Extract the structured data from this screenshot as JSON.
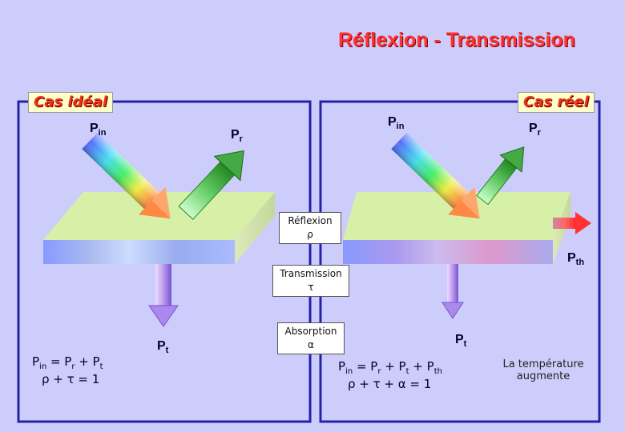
{
  "title": "Réflexion - Transmission",
  "left_panel": {
    "label": "Cas idéal",
    "pin": {
      "main": "P",
      "sub": "in"
    },
    "pr": {
      "main": "P",
      "sub": "r"
    },
    "pt": {
      "main": "P",
      "sub": "t"
    },
    "eq1": [
      "P",
      "in",
      " = P",
      "r",
      " + P",
      "t",
      ""
    ],
    "eq2": "ρ + τ = 1"
  },
  "right_panel": {
    "label": "Cas réel",
    "pin": {
      "main": "P",
      "sub": "in"
    },
    "pr": {
      "main": "P",
      "sub": "r"
    },
    "pt": {
      "main": "P",
      "sub": "t"
    },
    "pth": {
      "main": "P",
      "sub": "th"
    },
    "eq1": [
      "P",
      "in",
      " = P",
      "r",
      " + P",
      "t",
      " + P",
      "th"
    ],
    "eq2": "ρ + τ  + α = 1",
    "note": "La température augmente"
  },
  "center_labels": {
    "reflexion": {
      "name": "Réflexion",
      "symbol": "ρ"
    },
    "transmission": {
      "name": "Transmission",
      "symbol": "τ"
    },
    "absorption": {
      "name": "Absorption",
      "symbol": "α"
    }
  },
  "colors": {
    "background": "#cdcdfb",
    "panel_border": "#2222aa",
    "title": "#ff3333",
    "slab_top": "#d6f0a8",
    "slab_side_left": "#ccddaa",
    "arrow_reflected": "#44bb44",
    "arrow_transmitted": "#aa88ee",
    "arrow_thermal": "#ff4444"
  }
}
